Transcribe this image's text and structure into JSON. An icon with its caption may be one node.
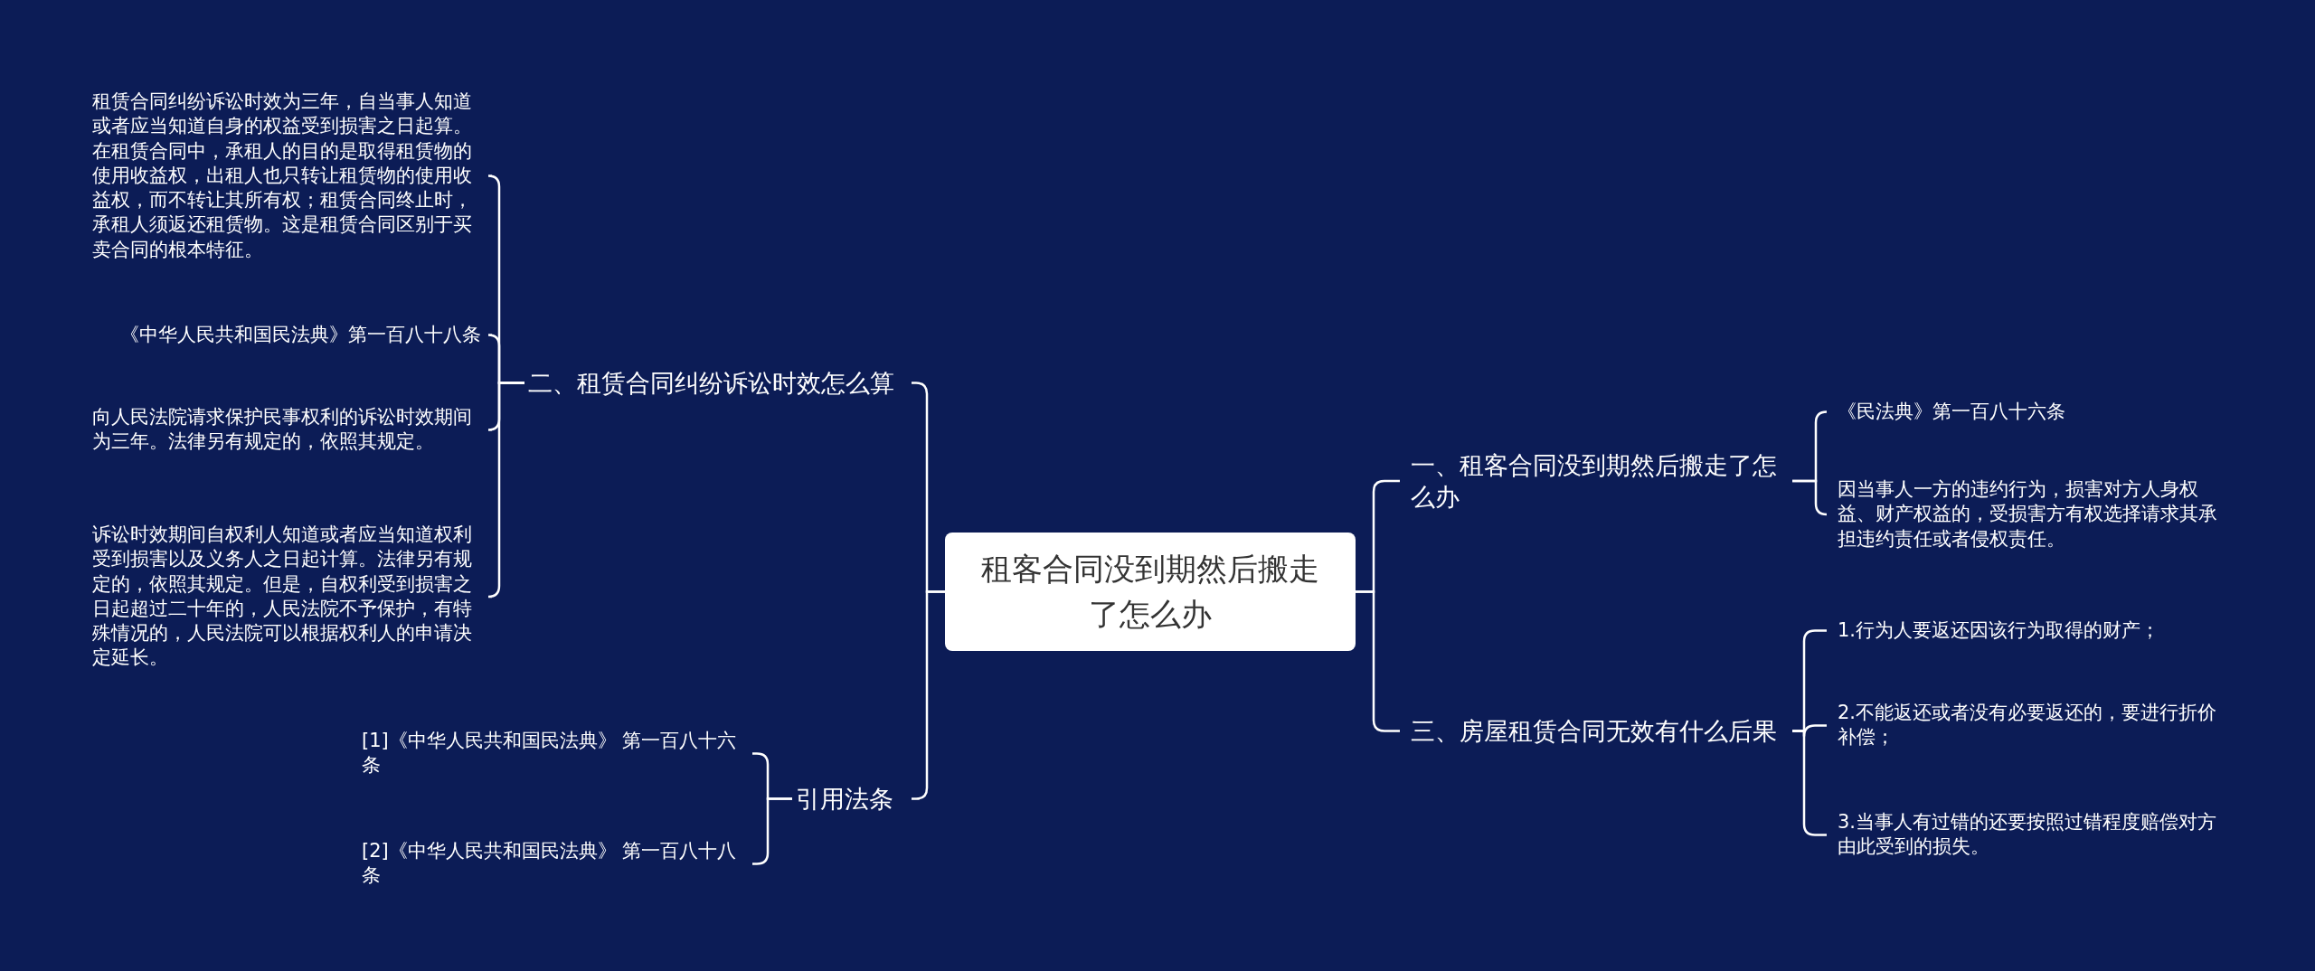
{
  "diagram": {
    "nodes": [
      {
        "text": [
          "租客合同没到期然后搬走了怎么办"
        ]
      },
      {
        "text": [
          "二、租赁合同纠纷诉讼时效怎么算"
        ]
      },
      {
        "text": [
          "租赁合同纠纷诉讼时效为三年，自当事人知道或者应当知道自身的权益受到损害之日起算。在租赁合同中，承租人的目的是取得租赁物的使用收益权，出租人也只转让租赁物的使用收益权，而不转让其所有权；租赁合同终止时，承租人须返还租赁物。这是租赁合同区别于买卖合同的根本特征。"
        ]
      },
      {
        "text": [
          "《中华人民共和国民法典》第一百八十八条"
        ]
      },
      {
        "text": [
          "向人民法院请求保护民事权利的诉讼时效期间为三年。法律另有规定的，依照其规定。"
        ]
      },
      {
        "text": [
          "诉讼时效期间自权利人知道或者应当知道权利受到损害以及义务人之日起计算。法律另有规定的，依照其规定。但是，自权利受到损害之日起超过二十年的，人民法院不予保护，有特殊情况的，人民法院可以根据权利人的申请决定延长。"
        ]
      },
      {
        "text": [
          "引用法条"
        ]
      },
      {
        "text": [
          "[1]《中华人民共和国民法典》 第一百八十六条"
        ]
      },
      {
        "text": [
          "[2]《中华人民共和国民法典》 第一百八十八条"
        ]
      },
      {
        "text": [
          "一、租客合同没到期然后搬走了怎么办"
        ]
      },
      {
        "text": [
          "《民法典》第一百八十六条"
        ]
      },
      {
        "text": [
          "因当事人一方的违约行为，损害对方人身权益、财产权益的，受损害方有权选择请求其承担违约责任或者侵权责任。"
        ]
      },
      {
        "text": [
          "三、房屋租赁合同无效有什么后果"
        ]
      },
      {
        "text": [
          "1.行为人要返还因该行为取得的财产；"
        ]
      },
      {
        "text": [
          "2.不能返还或者没有必要返还的，要进行折价补偿；"
        ]
      },
      {
        "text": [
          "3.当事人有过错的还要按照过错程度赔偿对方由此受到的损失。"
        ]
      }
    ],
    "edges": [
      {
        "from": 0,
        "to": 1,
        "arrow": "none"
      },
      {
        "from": 0,
        "to": 6,
        "arrow": "none"
      },
      {
        "from": 1,
        "to": 2,
        "arrow": "none"
      },
      {
        "from": 1,
        "to": 3,
        "arrow": "none"
      },
      {
        "from": 1,
        "to": 4,
        "arrow": "none"
      },
      {
        "from": 1,
        "to": 5,
        "arrow": "none"
      },
      {
        "from": 6,
        "to": 7,
        "arrow": "none"
      },
      {
        "from": 6,
        "to": 8,
        "arrow": "none"
      },
      {
        "from": 0,
        "to": 9,
        "arrow": "none"
      },
      {
        "from": 0,
        "to": 12,
        "arrow": "none"
      },
      {
        "from": 9,
        "to": 10,
        "arrow": "none"
      },
      {
        "from": 9,
        "to": 11,
        "arrow": "none"
      },
      {
        "from": 12,
        "to": 13,
        "arrow": "none"
      },
      {
        "from": 12,
        "to": 14,
        "arrow": "none"
      },
      {
        "from": 12,
        "to": 15,
        "arrow": "none"
      }
    ]
  }
}
